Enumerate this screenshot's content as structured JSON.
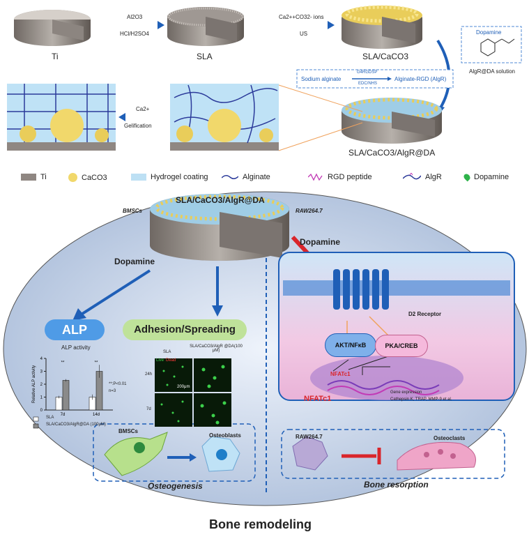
{
  "top": {
    "ti_label": "Ti",
    "sla_label": "SLA",
    "sla_caco3_label": "SLA/CaCO3",
    "final_label": "SLA/CaCO3/AlgR@DA",
    "arrow1_top": "Al2O3",
    "arrow1_bottom": "HCl/H2SO4",
    "arrow2_top": "Ca2++CO32- ions",
    "arrow2_bottom": "US",
    "dopamine_box": "Dopamine",
    "algr_da_solution": "AlgR@DA solution",
    "reaction_left": "Sodium alginate",
    "reaction_top": "G4RGDSP",
    "reaction_bottom": "EDC/NHS",
    "reaction_right": "Alginate-RGD (AlgR)",
    "gel_top": "Ca2+",
    "gel_bottom": "Gelification"
  },
  "legend": [
    {
      "label": "Ti",
      "icon": "ti-block-icon",
      "color": "#8f8782"
    },
    {
      "label": "CaCO3",
      "icon": "caco3-sphere-icon",
      "color": "#f1d86b"
    },
    {
      "label": "Hydrogel coating",
      "icon": "hydrogel-icon",
      "color": "#bde0f4"
    },
    {
      "label": "Alginate",
      "icon": "alginate-line-icon",
      "color": "#2b3a9a"
    },
    {
      "label": "RGD peptide",
      "icon": "rgd-peptide-icon",
      "color": "#c23ab5"
    },
    {
      "label": "AlgR",
      "icon": "algr-icon",
      "color": "#2b3a9a"
    },
    {
      "label": "Dopamine",
      "icon": "dopamine-drop-icon",
      "color": "#2eb34a"
    }
  ],
  "bottom": {
    "implant_title": "SLA/CaCO3/AlgR@DA",
    "bmscs_tag": "BMSCs",
    "raw_tag": "RAW264.7",
    "dopamine_left": "Dopamine",
    "dopamine_right": "Dopamine",
    "alp_pill": "ALP",
    "adhesion_pill": "Adhesion/Spreading",
    "alp_chart_title": "ALP activity",
    "alp_ylabel": "Relative ALP activity",
    "alp_note1": "**:P<0.01",
    "alp_note2": "n=3",
    "alp_legend_sla": "SLA",
    "alp_legend_treated": "SLA/CaCO3/AlgR@DA (100μM)",
    "micro_col1": "SLA",
    "micro_col2": "SLA/CaCO3/AlgR @DA(100 μM)",
    "micro_row1": "24h",
    "micro_row2": "7d",
    "micro_live": "Live",
    "micro_dead": "Dead",
    "micro_scale": "200μm",
    "bmscs_cell": "BMSCs",
    "osteoblasts": "Osteoblasts",
    "osteogenesis": "Osteogenesis",
    "d2_receptor": "D2 Receptor",
    "akt": "AKT/NFκB",
    "pka": "PKA/CREB",
    "nfatc1_a": "NFATc1",
    "nfatc1_b": "NFATc1",
    "gene_expr": "Gene expression",
    "gene_list": "Cathepsin K, TRAP, MMP-9 et al.",
    "raw_cell": "RAW264.7",
    "osteoclasts": "Osteoclasts",
    "bone_resorption": "Bone resorption",
    "bone_remodeling": "Bone remodeling"
  },
  "chart_data": {
    "type": "bar",
    "title": "ALP activity",
    "ylabel": "Relative ALP activity",
    "categories": [
      "7d",
      "14d"
    ],
    "series": [
      {
        "name": "SLA",
        "values": [
          1.0,
          1.0
        ],
        "color": "#ffffff"
      },
      {
        "name": "SLA/CaCO3/AlgR@DA (100μM)",
        "values": [
          2.3,
          3.0
        ],
        "color": "#8a8a8a"
      }
    ],
    "errors": [
      [
        0.1,
        0.1
      ],
      [
        0.2,
        0.5
      ]
    ],
    "ylim": [
      0,
      4
    ],
    "yticks": [
      0,
      1,
      2,
      3,
      4
    ],
    "annotations": [
      "**",
      "**"
    ]
  }
}
